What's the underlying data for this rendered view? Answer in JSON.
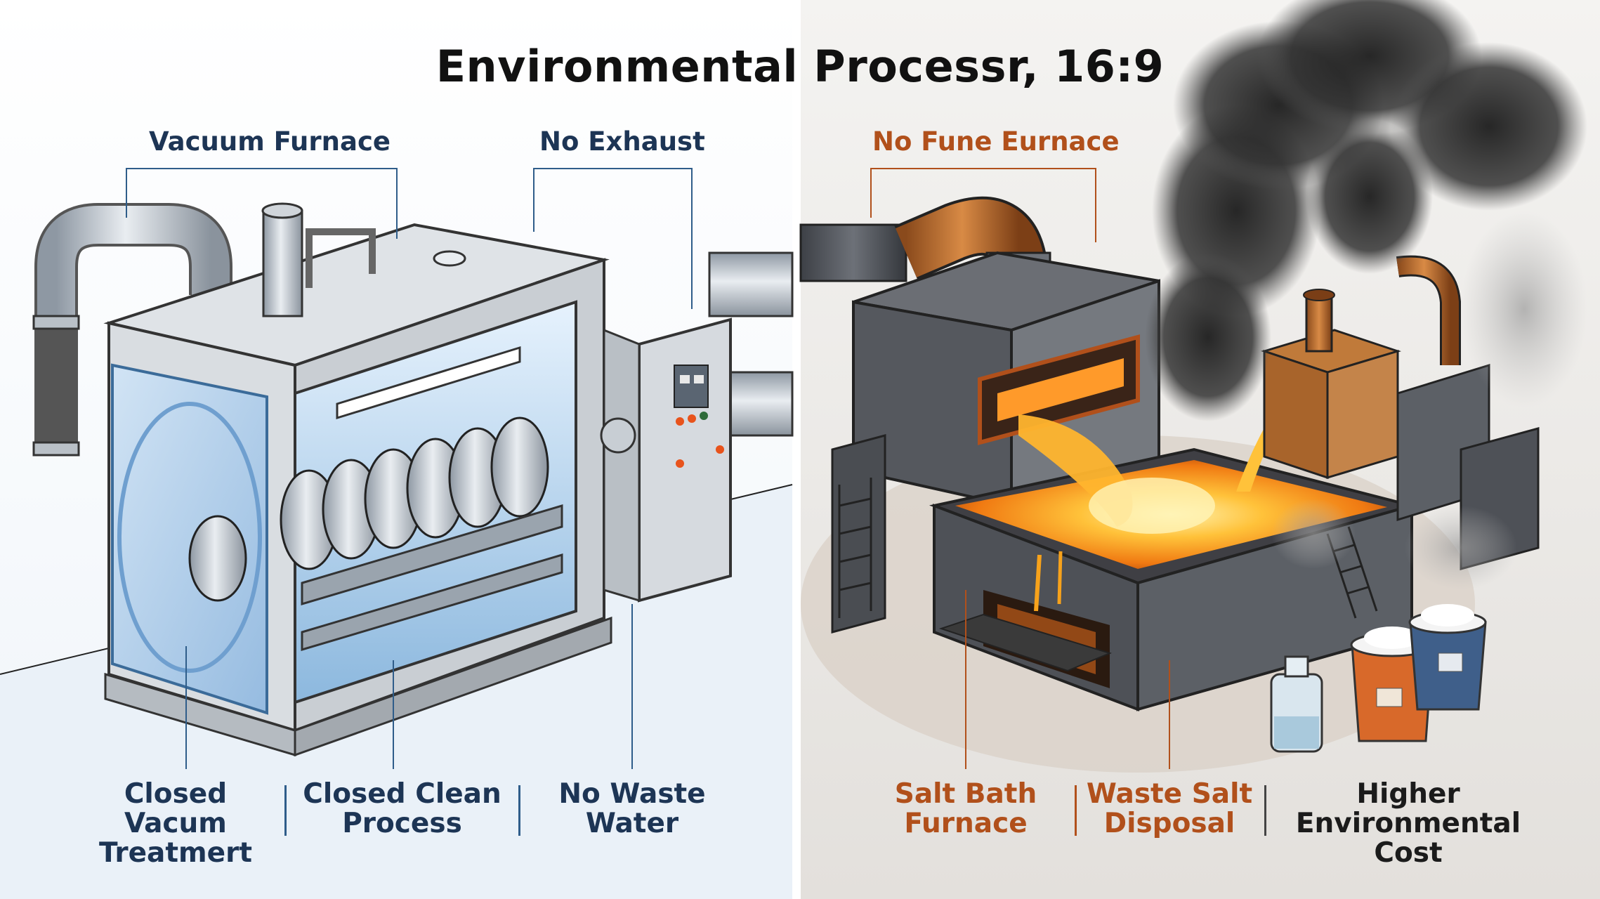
{
  "title": "Environmental Processr, 16:9",
  "left": {
    "labels": {
      "vacuum_furnace": "Vacuum Furnace",
      "no_exhaust": "No Exhaust"
    },
    "bottom": [
      {
        "line1": "Closed Vacum",
        "line2": "Treatmert"
      },
      {
        "line1": "Closed Clean",
        "line2": "Process"
      },
      {
        "line1": "No Waste",
        "line2": "Water"
      }
    ]
  },
  "right": {
    "labels": {
      "no_fune_eurnace": "No Fune Eurnace"
    },
    "bottom": [
      {
        "line1": "Salt Bath",
        "line2": "Furnace"
      },
      {
        "line1": "Waste Salt",
        "line2": "Disposal"
      },
      {
        "line1": "Higher",
        "line2": "Environmental Cost"
      }
    ]
  },
  "colors": {
    "left_accent": "#1d3555",
    "right_accent": "#b1501b",
    "molten": "#f7a21b",
    "smoke": "#2a2a2a"
  },
  "icons": [
    "vacuum-furnace-illustration",
    "salt-bath-furnace-illustration",
    "smoke-plume",
    "chemical-bottle",
    "salt-bucket"
  ]
}
